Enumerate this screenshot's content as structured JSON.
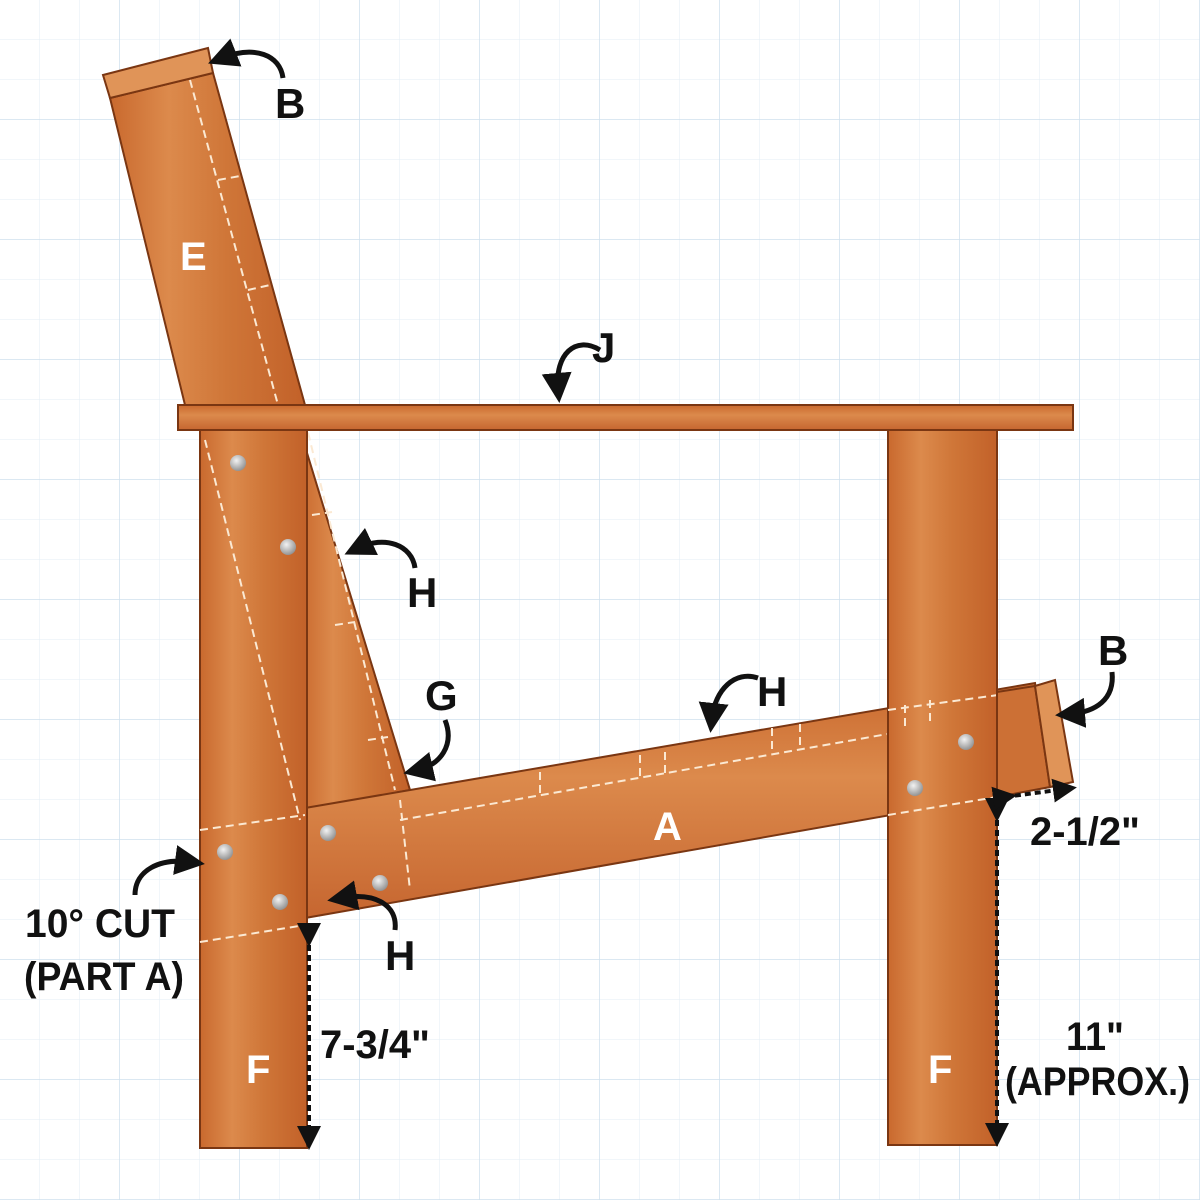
{
  "colors": {
    "wood": "#d47a3c",
    "wood_dark": "#b85f26",
    "outline": "#7a3612",
    "grid": "#dbe8f2",
    "label": "#111111",
    "part_letter": "#ffffff"
  },
  "parts": {
    "back_slat": "E",
    "back_cap": "B",
    "arm": "J",
    "back_support": "H",
    "seat_slat": "G",
    "seat_support": "H",
    "seat_rail": "A",
    "front_cap": "B",
    "lower_support": "H",
    "rear_leg": "F",
    "front_leg": "F"
  },
  "annotations": {
    "cut_line1": "10° CUT",
    "cut_line2": "(PART A)",
    "rear_height": "7-3/4\"",
    "front_overhang": "2-1/2\"",
    "front_height": "11\"",
    "front_height_note": "(APPROX.)"
  }
}
